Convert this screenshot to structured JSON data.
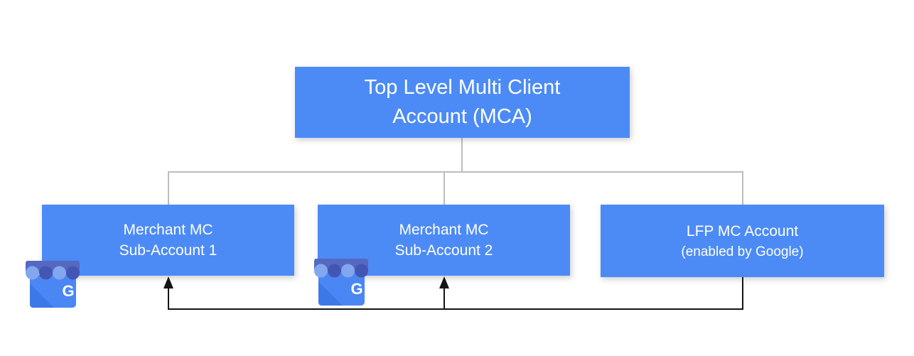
{
  "diagram": {
    "description": "Merchant Center account hierarchy diagram",
    "nodes": {
      "mca": {
        "line1": "Top Level Multi Client",
        "line2": "Account (MCA)"
      },
      "sub1": {
        "line1": "Merchant MC",
        "line2": "Sub-Account 1"
      },
      "sub2": {
        "line1": "Merchant MC",
        "line2": "Sub-Account 2"
      },
      "lfp": {
        "line1": "LFP MC Account",
        "line2": "(enabled by Google)"
      }
    },
    "icons": {
      "gmb_name": "google-my-business-storefront",
      "gmb_letter": "G"
    },
    "colors": {
      "node_fill": "#4C8BF5",
      "node_text": "#FFFFFF",
      "tree_connector": "#BDBDBD",
      "feedback_connector": "#141414",
      "gmb_awning_bar": "#5569C1",
      "gmb_awning_dark": "#4456B4",
      "gmb_awning_light": "#82A7EE",
      "gmb_body": "#4A87F4",
      "gmb_body_fold": "#3D78E8"
    }
  }
}
